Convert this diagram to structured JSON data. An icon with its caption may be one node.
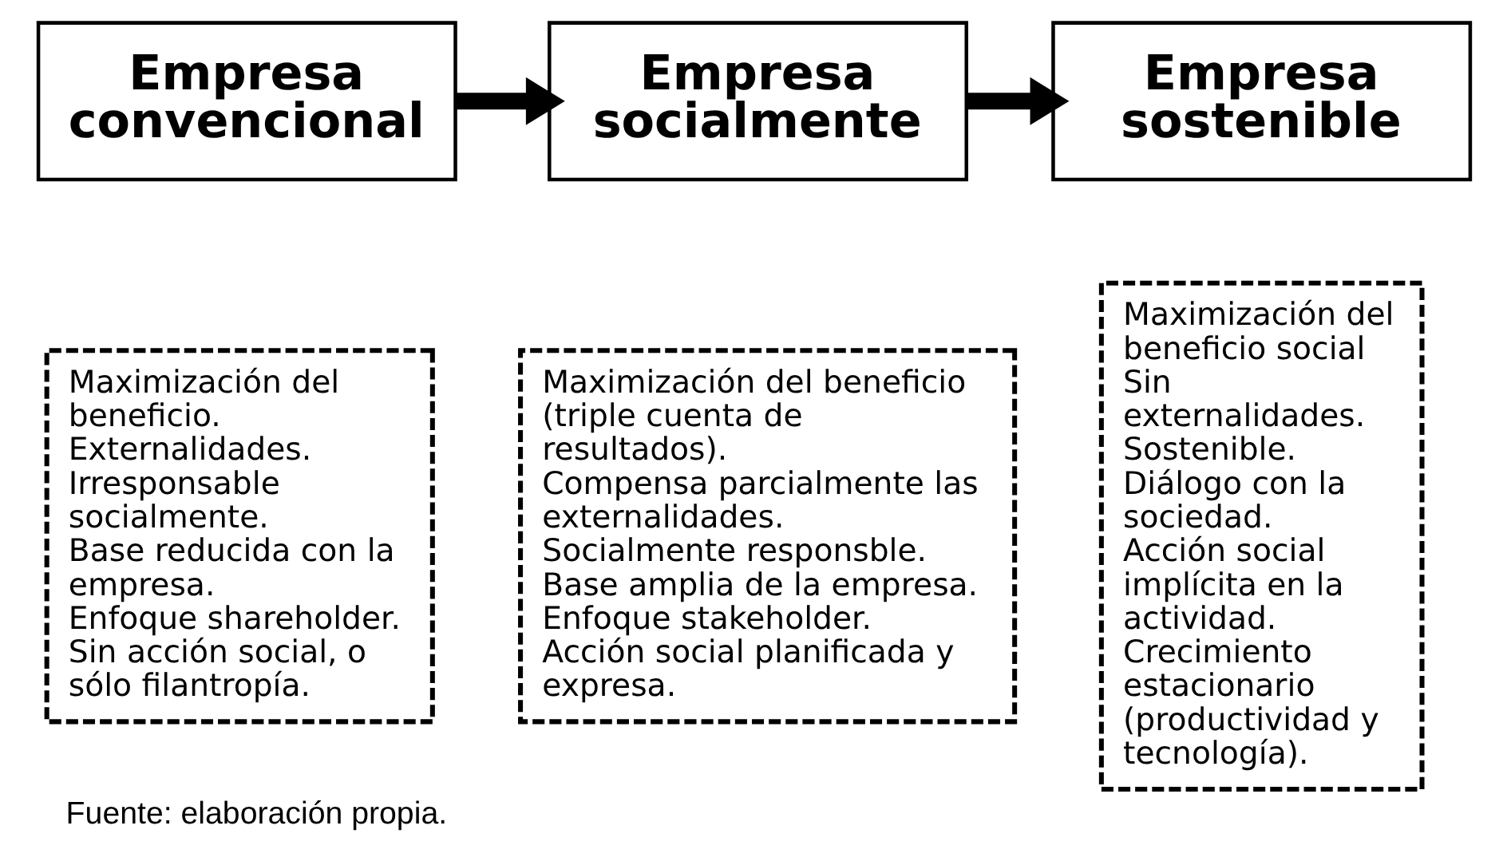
{
  "diagram": {
    "caption": "Fuente: elaboración propia.",
    "nodes": [
      {
        "text": [
          "Empresa convencional"
        ]
      },
      {
        "text": [
          "Empresa socialmente"
        ]
      },
      {
        "text": [
          "Empresa sostenible"
        ]
      },
      {
        "text": [
          "Maximización del beneficio.",
          "Externalidades.",
          "Irresponsable socialmente.",
          "Base reducida con la empresa.",
          "Enfoque shareholder.",
          "Sin acción social, o sólo filantropía."
        ]
      },
      {
        "text": [
          "Maximización del beneficio (triple cuenta de resultados).",
          "Compensa parcialmente las externalidades.",
          "Socialmente responsble.",
          "Base amplia de la empresa.",
          "Enfoque stakeholder.",
          "Acción social planificada y expresa."
        ]
      },
      {
        "text": [
          "Maximización del beneficio social",
          "Sin externalidades.",
          "Sostenible.",
          "Diálogo con la sociedad.",
          "Acción social implícita en la actividad.",
          "Crecimiento estacionario (productividad y tecnología)."
        ]
      }
    ],
    "edges": [
      {
        "from": 0,
        "to": 1,
        "arrow": "to"
      },
      {
        "from": 1,
        "to": 2,
        "arrow": "to"
      }
    ]
  }
}
